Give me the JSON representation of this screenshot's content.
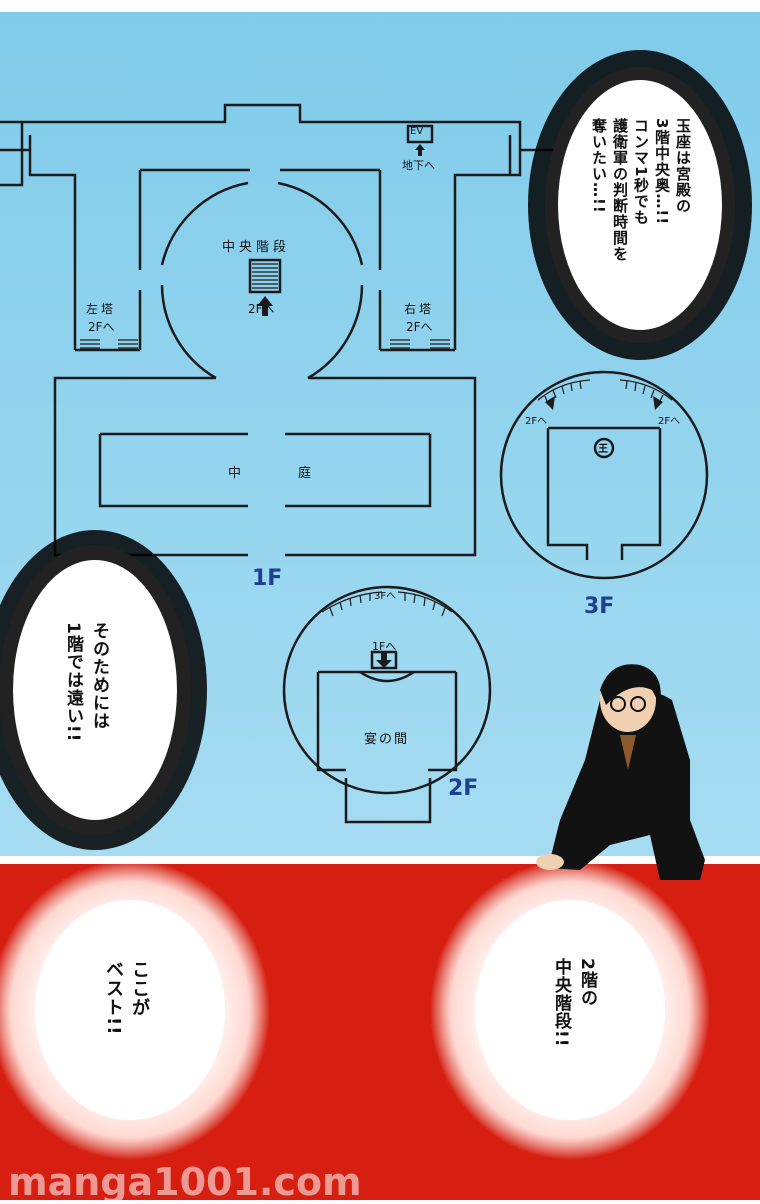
{
  "map": {
    "ev_label": "EV",
    "basement_label": "地下へ",
    "central_stairs_label": "中央階段",
    "central_up_label": "2Fへ",
    "left_tower_label": "左塔",
    "left_tower_up": "2Fへ",
    "right_tower_label": "右塔",
    "right_tower_up": "2Fへ",
    "courtyard_left": "中",
    "courtyard_right": "庭",
    "floor1": "1F",
    "floor2": "2F",
    "floor3": "3F",
    "f3_stairs_left": "2Fへ",
    "f3_stairs_right": "2Fへ",
    "throne_glyph": "王",
    "f2_up_label": "3Fへ",
    "f2_down_label": "1Fへ",
    "banquet_hall_label": "宴の間"
  },
  "bubbles": {
    "top_right": "玉座は宮殿の\n3階中央奥…!!\nコンマ1秒でも\n護衛軍の判断時間を\n奪いたい…!!",
    "left": "そのためには\n1階では遠い!!",
    "bottom_left": "ここが\nベスト!!",
    "bottom_right": "2階の\n中央階段!!"
  },
  "watermark": "manga1001.com",
  "colors": {
    "sky": "#8ed3ee",
    "red": "#d61f10",
    "line": "#1b1b1b",
    "floor_label": "#1f3f8f"
  }
}
